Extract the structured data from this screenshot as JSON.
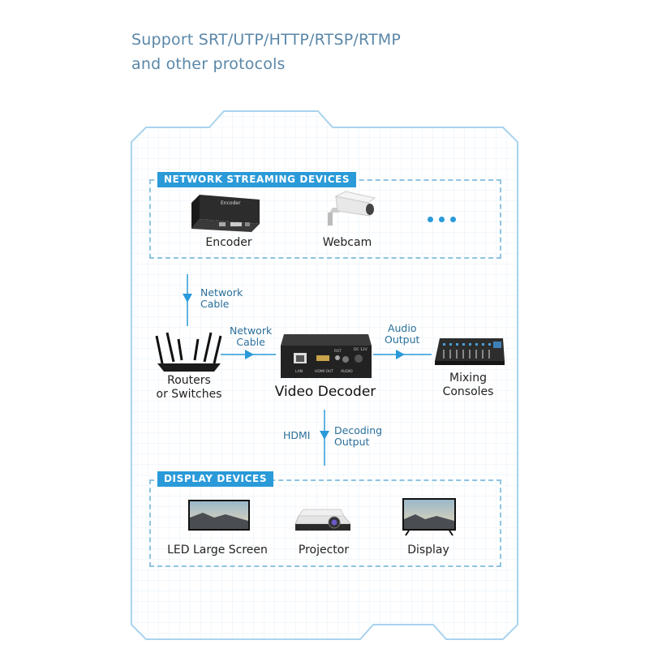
{
  "heading": {
    "line1": "Support SRT/UTP/HTTP/RTSP/RTMP",
    "line2": "and other protocols"
  },
  "network_section": {
    "title": "NETWORK STREAMING DEVICES",
    "devices": [
      "Encoder",
      "Webcam"
    ],
    "more": "..."
  },
  "links": {
    "cable_down_1": "Network",
    "cable_down_2": "Cable",
    "cable_right_1": "Network",
    "cable_right_2": "Cable",
    "audio_1": "Audio",
    "audio_2": "Output",
    "hdmi": "HDMI",
    "decoding_1": "Decoding",
    "decoding_2": "Output"
  },
  "nodes": {
    "router_1": "Routers",
    "router_2": "or Switches",
    "decoder": "Video Decoder",
    "mixing_1": "Mixing",
    "mixing_2": "Consoles",
    "decoder_ports": [
      "LAN",
      "HDMI OUT",
      "RST",
      "AUDIO",
      "DC 12V"
    ]
  },
  "display_section": {
    "title": "DISPLAY DEVICES",
    "devices": [
      "LED Large Screen",
      "Projector",
      "Display"
    ]
  },
  "colors": {
    "accent": "#2a9ad8",
    "frame": "#a9d3ee",
    "grid": "#e6f1f9",
    "heading": "#5a87a8"
  }
}
